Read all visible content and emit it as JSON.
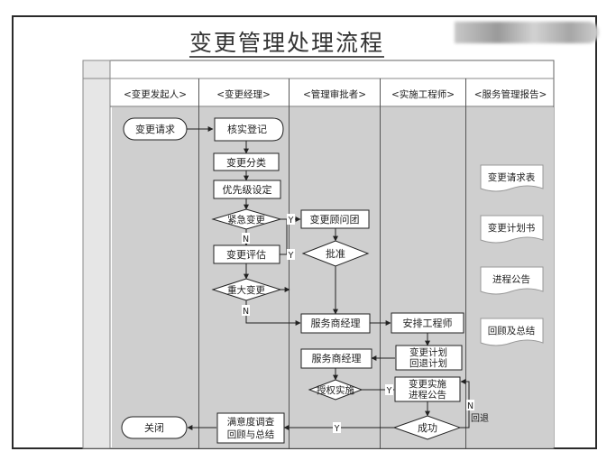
{
  "title": "变更管理处理流程",
  "lanes": [
    "<变更发起人>",
    "<变更经理>",
    "<管理审批者>",
    "<实施工程师>",
    "<服务管理报告>"
  ],
  "nodes": {
    "request": "变更请求",
    "register": "核实登记",
    "classify": "变更分类",
    "priority": "优先级设定",
    "urgent": "紧急变更",
    "evaluate": "变更评估",
    "major": "重大变更",
    "cab": "变更顾问团",
    "approve": "批准",
    "sm1": "服务商经理",
    "assign": "安排工程师",
    "plan_line1": "变更计划",
    "plan_line2": "回退计划",
    "sm2": "服务商经理",
    "authorize": "授权实施",
    "implement_line1": "变更实施",
    "implement_line2": "进程公告",
    "success": "成功",
    "survey_line1": "满意度调查",
    "survey_line2": "回顾与总结",
    "close": "关闭"
  },
  "edge_labels": {
    "urgent_yes": "Y",
    "urgent_no": "N",
    "evaluate_yes": "Y",
    "major_no": "N",
    "authorize_yes": "Y",
    "success_no": "N",
    "rollback": "回退",
    "success_yes": "Y"
  },
  "reports": [
    "变更请求表",
    "变更计划书",
    "进程公告",
    "回顾及总结"
  ],
  "colors": {
    "lane_fill": "#cfcfcf",
    "line": "#222222",
    "node_fill": "#ffffff"
  }
}
